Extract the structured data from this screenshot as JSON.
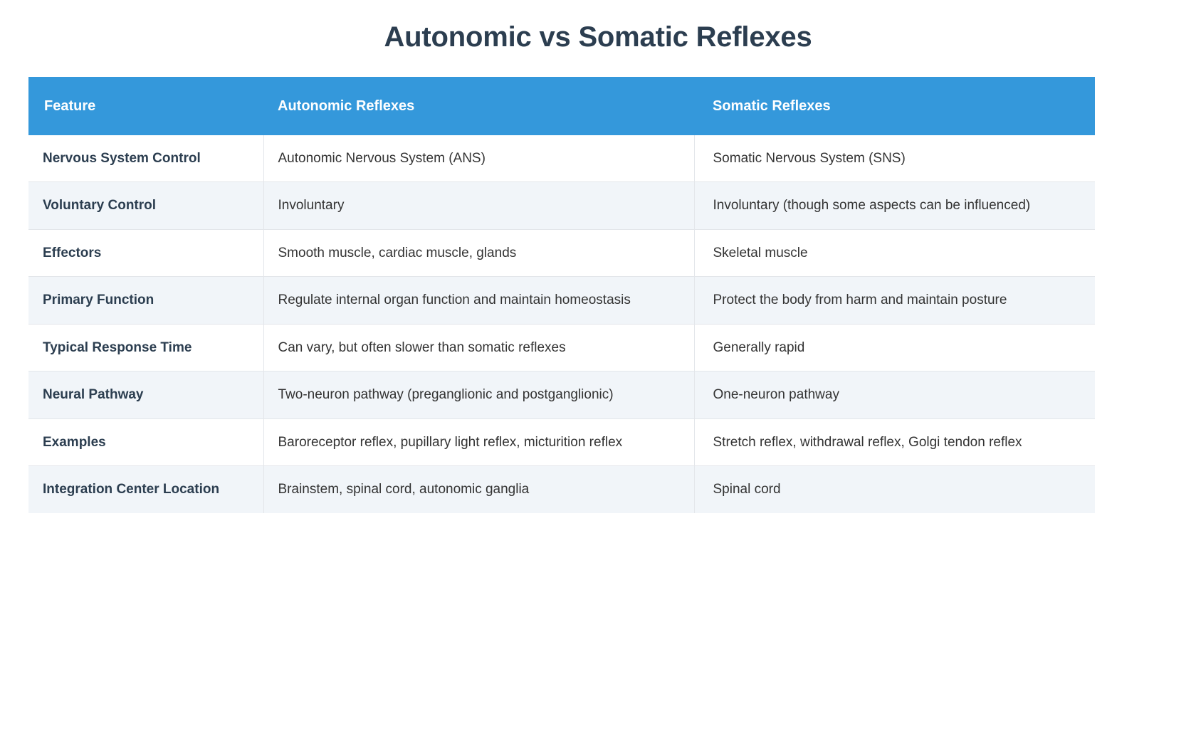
{
  "page": {
    "title": "Autonomic vs Somatic Reflexes",
    "accent_color": "#3498db",
    "title_color": "#2c3e50",
    "row_alt_color": "#f1f5f9",
    "body_text_color": "#333333",
    "header_text_color": "#ffffff"
  },
  "table": {
    "headers": [
      "Feature",
      "Autonomic Reflexes",
      "Somatic Reflexes"
    ],
    "rows": [
      {
        "feature": "Nervous System Control",
        "autonomic": "Autonomic Nervous System (ANS)",
        "somatic": "Somatic Nervous System (SNS)"
      },
      {
        "feature": "Voluntary Control",
        "autonomic": "Involuntary",
        "somatic": "Involuntary (though some aspects can be influenced)"
      },
      {
        "feature": "Effectors",
        "autonomic": "Smooth muscle, cardiac muscle, glands",
        "somatic": "Skeletal muscle"
      },
      {
        "feature": "Primary Function",
        "autonomic": "Regulate internal organ function and maintain homeostasis",
        "somatic": "Protect the body from harm and maintain posture"
      },
      {
        "feature": "Typical Response Time",
        "autonomic": "Can vary, but often slower than somatic reflexes",
        "somatic": "Generally rapid"
      },
      {
        "feature": "Neural Pathway",
        "autonomic": "Two-neuron pathway (preganglionic and postganglionic)",
        "somatic": "One-neuron pathway"
      },
      {
        "feature": "Examples",
        "autonomic": "Baroreceptor reflex, pupillary light reflex, micturition reflex",
        "somatic": "Stretch reflex, withdrawal reflex, Golgi tendon reflex"
      },
      {
        "feature": "Integration Center Location",
        "autonomic": "Brainstem, spinal cord, autonomic ganglia",
        "somatic": "Spinal cord"
      }
    ]
  }
}
